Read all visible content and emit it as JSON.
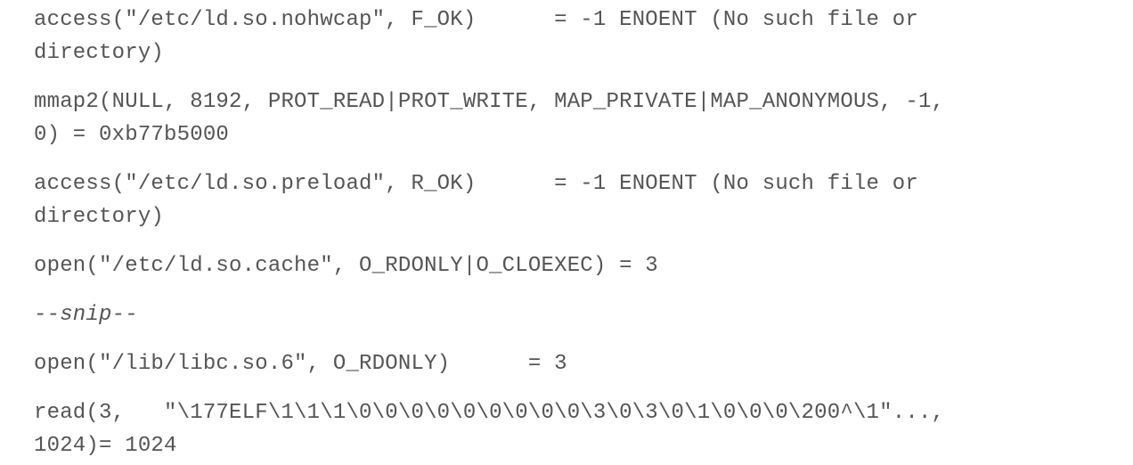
{
  "trace": {
    "lines": [
      {
        "first": "access(\"/etc/ld.so.nohwcap\", F_OK)      = -1 ENOENT (No such file or",
        "second": "directory)"
      },
      {
        "first": "mmap2(NULL, 8192, PROT_READ|PROT_WRITE, MAP_PRIVATE|MAP_ANONYMOUS, -1,",
        "second": "0) = 0xb77b5000"
      },
      {
        "first": "access(\"/etc/ld.so.preload\", R_OK)      = -1 ENOENT (No such file or",
        "second": "directory)"
      },
      {
        "first": "open(\"/etc/ld.so.cache\", O_RDONLY|O_CLOEXEC) = 3"
      },
      {
        "first": "--snip--"
      },
      {
        "first": "open(\"/lib/libc.so.6\", O_RDONLY)      = 3"
      },
      {
        "first": "read(3,   \"\\177ELF\\1\\1\\1\\0\\0\\0\\0\\0\\0\\0\\0\\0\\3\\0\\3\\0\\1\\0\\0\\0\\200^\\1\"...,",
        "second": "1024)= 1024"
      }
    ]
  }
}
